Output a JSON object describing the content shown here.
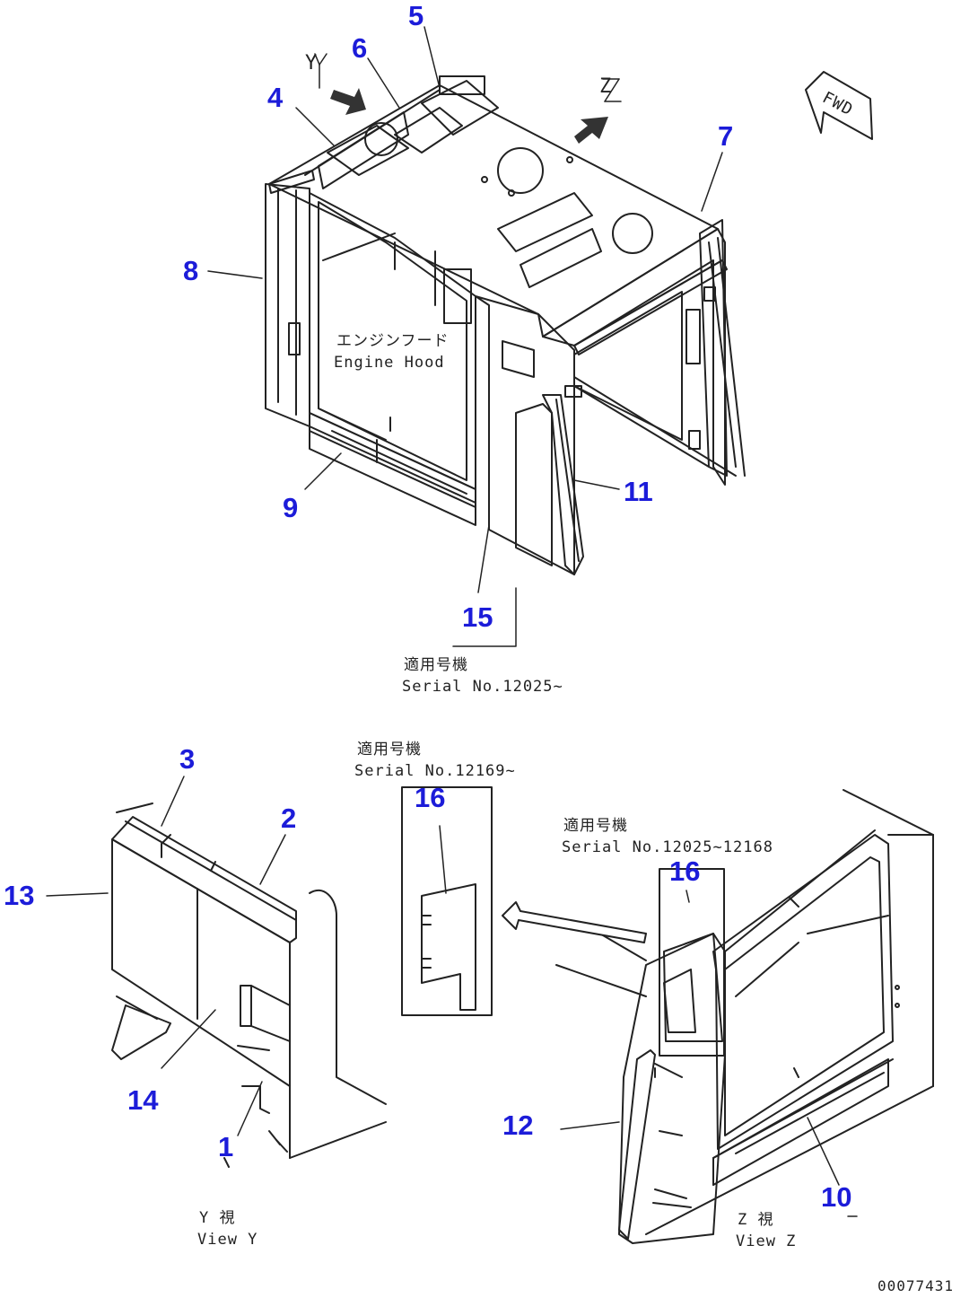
{
  "callouts": {
    "c1": "1",
    "c2": "2",
    "c3": "3",
    "c4": "4",
    "c5": "5",
    "c6": "6",
    "c7": "7",
    "c8": "8",
    "c9": "9",
    "c10": "10",
    "c11": "11",
    "c12": "12",
    "c13": "13",
    "c14": "14",
    "c15": "15",
    "c16a": "16",
    "c16b": "16"
  },
  "labels": {
    "engine_hood_jp": "エンジンフード",
    "engine_hood_en": "Engine Hood",
    "serial_main_jp": "適用号機",
    "serial_main_en": "Serial No.12025~",
    "serial_detail_jp": "適用号機",
    "serial_detail_en": "Serial No.12169~",
    "serial_viewz_jp": "適用号機",
    "serial_viewz_en": "Serial No.12025~12168",
    "view_y_jp": "Y 視",
    "view_y_en": "View Y",
    "view_z_jp": "Z 視",
    "view_z_en": "View Z",
    "arrow_y": "Y",
    "arrow_z": "Z",
    "fwd": "FWD",
    "drawing_number": "00077431"
  }
}
